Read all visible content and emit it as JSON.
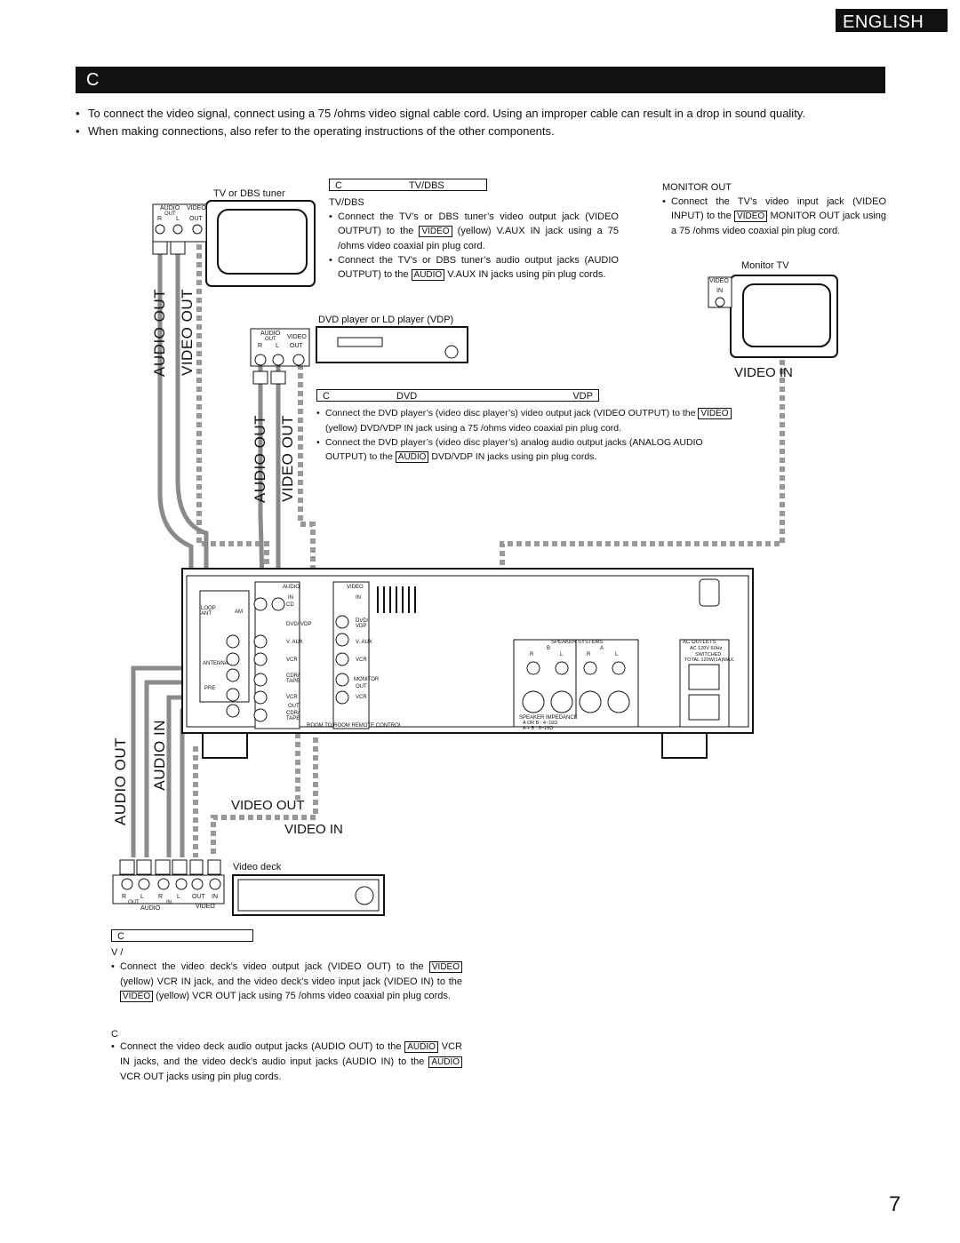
{
  "header": {
    "language_tab": "ENGLISH",
    "section_title": "C"
  },
  "intro": [
    "To connect the video signal, connect using a 75    /ohms video signal cable cord. Using an improper cable can result in a drop in sound quality.",
    "When making connections, also refer to the operating instructions of the other components."
  ],
  "tv_dbs": {
    "device_label": "TV or DBS tuner",
    "jack_audio": "AUDIO",
    "jack_out": "OUT",
    "jack_video": "VIDEO",
    "jack_r": "R",
    "jack_l": "L",
    "jack_out2": "OUT",
    "box_c": "C",
    "box_title": "TV/DBS",
    "subhead": "TV/DBS",
    "b1_a": "Connect the TV’s or DBS tuner’s video output jack (VIDEO OUTPUT) to the",
    "b1_tag": "VIDEO",
    "b1_b": "(yellow) V.AUX IN jack using a 75    /ohms video coaxial pin plug cord.",
    "b2_a": "Connect the TV’s or DBS tuner’s audio output jacks (AUDIO OUTPUT) to the",
    "b2_tag": "AUDIO",
    "b2_b": "V.AUX IN jacks using pin plug cords.",
    "cable_audio_out": "AUDIO OUT",
    "cable_video_out": "VIDEO OUT"
  },
  "monitor": {
    "heading": "MONITOR OUT",
    "b1_a": "Connect the TV’s video input jack (VIDEO INPUT) to the",
    "b1_tag": "VIDEO",
    "b1_b": "MONITOR OUT jack using a 75    /ohms video coaxial pin plug cord.",
    "device_label": "Monitor TV",
    "jack_video": "VIDEO",
    "jack_in": "IN",
    "cable_label": "VIDEO IN"
  },
  "dvd": {
    "device_label": "DVD player or LD player (VDP)",
    "jack_audio": "AUDIO",
    "jack_out": "OUT",
    "jack_video": "VIDEO",
    "jack_r": "R",
    "jack_l": "L",
    "jack_out2": "OUT",
    "box_c": "C",
    "box_dvd": "DVD",
    "box_vdp": "VDP",
    "b1_a": "Connect the DVD player’s (video disc player’s) video output jack (VIDEO OUTPUT) to the",
    "b1_tag": "VIDEO",
    "b1_b": "(yellow) DVD/VDP IN jack using a 75    /ohms video coaxial pin plug cord.",
    "b2_a": "Connect the DVD player’s (video disc player’s) analog audio output jacks (ANALOG AUDIO OUTPUT) to the",
    "b2_tag": "AUDIO",
    "b2_b": "DVD/VDP IN jacks using pin plug cords.",
    "cable_audio_out": "AUDIO OUT",
    "cable_video_out": "VIDEO OUT"
  },
  "receiver": {
    "audio": "AUDIO",
    "video": "VIDEO",
    "in1": "IN",
    "in2": "IN",
    "cd": "CD",
    "dvd_vdp": "DVD/ VDP",
    "dvd_vdp2": "DVD/ VDP",
    "v_aux": "V. AUX",
    "v_aux2": "V. AUX",
    "vcr": "VCR",
    "vcr2": "VCR",
    "vcr3": "VCR",
    "vcr4": "VCR",
    "cdr_tape": "CDR/ TAPE",
    "cdr_tape2": "CDR/ TAPE",
    "out": "OUT",
    "out2": "OUT",
    "monitor": "MONITOR",
    "antenna": "ANTENNA",
    "pre": "PRE",
    "loop_ant": "LOOP ANT",
    "am": "AM",
    "room_to_room": "ROOM TO ROOM REMOTE CONTROL",
    "speaker_systems": "SPEAKER SYSTEMS",
    "sp_b": "B",
    "sp_a": "A",
    "sp_r": "R",
    "sp_l": "L",
    "sp_r2": "R",
    "sp_l2": "L",
    "speaker_impedance": "SPEAKER IMPEDANCE",
    "imp_line1": "A OR B : 4~16Ω",
    "imp_line2": "A + B : 8~16Ω",
    "ac_outlets": "AC OUTLETS",
    "ac_spec": "AC 120V 60Hz",
    "ac_switched": "SWITCHED",
    "ac_total": "TOTAL 120W(1A)MAX."
  },
  "video_deck": {
    "device_label": "Video deck",
    "jack_r": "R",
    "jack_l": "L",
    "jack_out": "OUT",
    "jack_in": "IN",
    "jack_r2": "R",
    "jack_l2": "L",
    "jack_out2": "OUT",
    "jack_in2": "IN",
    "jack_audio": "AUDIO",
    "jack_video": "VIDEO",
    "cable_audio_out": "AUDIO OUT",
    "cable_audio_in": "AUDIO IN",
    "cable_video_out": "VIDEO OUT",
    "cable_video_in": "VIDEO IN",
    "box_c": "C",
    "sub1": "V            /",
    "v_b1_a": "Connect the video deck’s video output jack (VIDEO OUT) to the",
    "v_b1_tag1": "VIDEO",
    "v_b1_b": "(yellow) VCR IN jack, and the video deck’s video input jack (VIDEO IN) to the",
    "v_b1_tag2": "VIDEO",
    "v_b1_c": "(yellow) VCR OUT jack using 75    /ohms video coaxial pin plug cords.",
    "sub2": "C",
    "a_b1_a": "Connect the video deck audio output jacks (AUDIO OUT) to the",
    "a_b1_tag1": "AUDIO",
    "a_b1_b": "VCR IN jacks, and the video deck’s audio input jacks (AUDIO IN) to the",
    "a_b1_tag2": "AUDIO",
    "a_b1_c": "VCR OUT jacks using pin plug cords."
  },
  "page_number": "7"
}
